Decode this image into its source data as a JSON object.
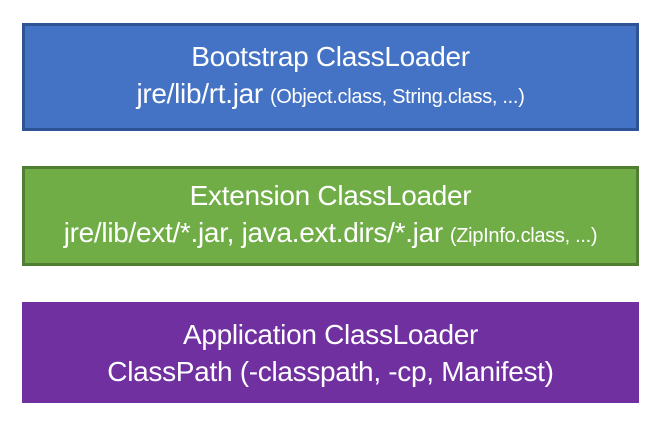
{
  "page": {
    "background": "#FFFFFF",
    "text_color": "#FFFFFF"
  },
  "diagram": {
    "boxes": [
      {
        "id": "bootstrap",
        "title": "Bootstrap ClassLoader",
        "path_main": "jre/lib/rt.jar",
        "path_note": "(Object.class, String.class, ...)",
        "fill": "#4472C4",
        "border": "#2F5496"
      },
      {
        "id": "extension",
        "title": "Extension ClassLoader",
        "path_main": "jre/lib/ext/*.jar, java.ext.dirs/*.jar",
        "path_note": "(ZipInfo.class, ...)",
        "fill": "#70AD47",
        "border": "#507E32"
      },
      {
        "id": "application",
        "title": "Application ClassLoader",
        "path_main": "ClassPath (-classpath, -cp, Manifest)",
        "path_note": "",
        "fill": "#7030A0",
        "border": "#7030A0"
      }
    ]
  }
}
